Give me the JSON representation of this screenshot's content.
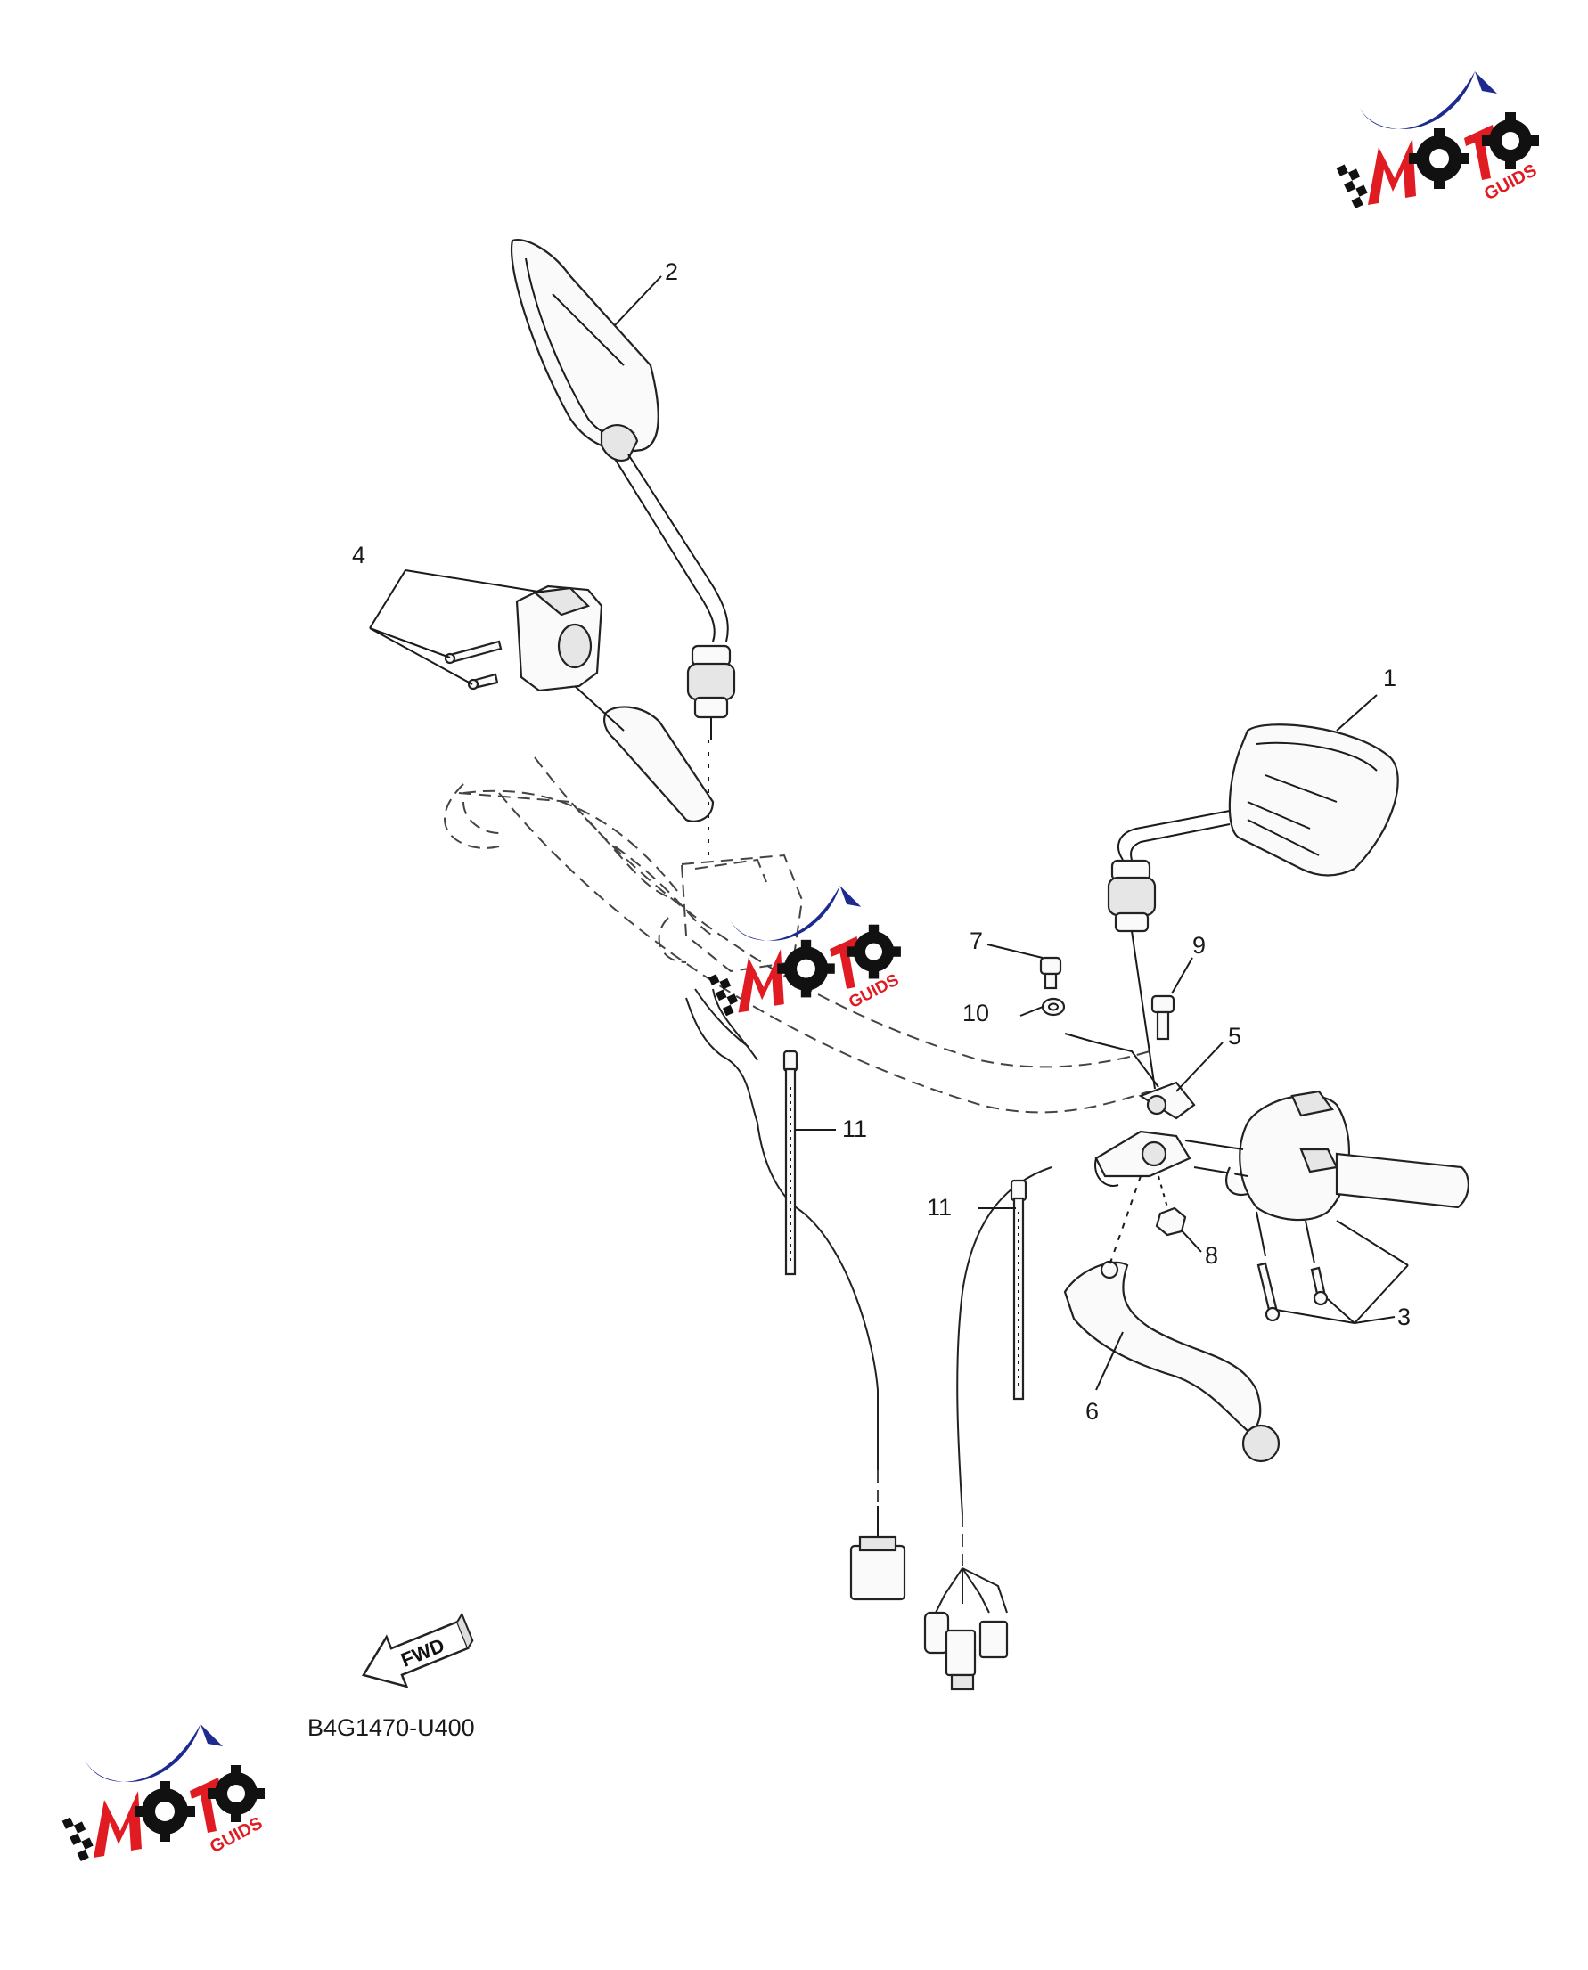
{
  "diagram": {
    "code": "B4G1470-U400",
    "fwd_label": "FWD",
    "callouts": [
      "1",
      "2",
      "3",
      "4",
      "5",
      "6",
      "7",
      "8",
      "9",
      "10",
      "11",
      "11"
    ]
  },
  "watermark": {
    "brand": "MOTO",
    "suffix": "GUIDS",
    "colors": {
      "swoosh": "#1d2a8f",
      "red": "#e11b22",
      "black": "#111111"
    }
  }
}
